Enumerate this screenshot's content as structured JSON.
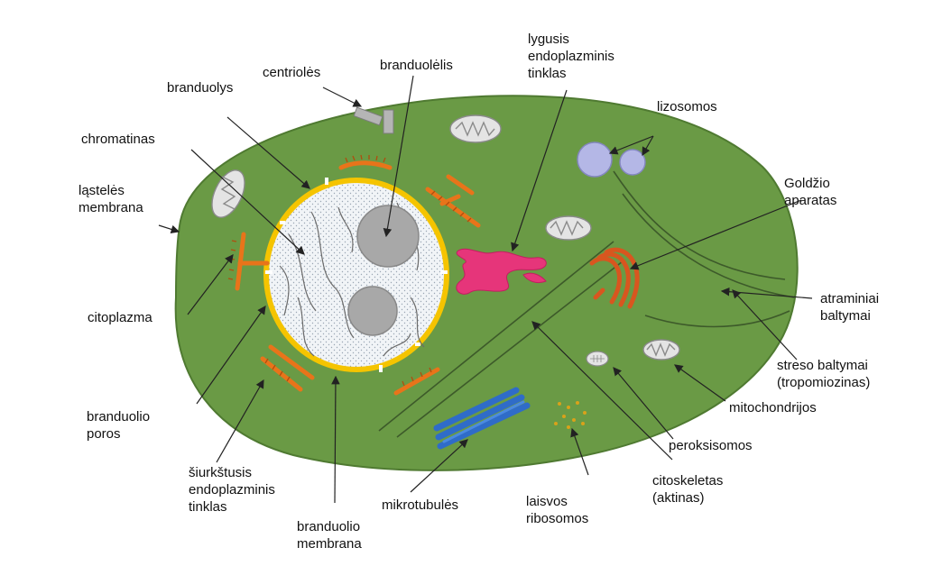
{
  "labels": {
    "branduolelis": "branduolėlis",
    "lygusis": [
      "lygusis",
      "endoplazminis",
      "tinklas"
    ],
    "centrioles": "centriolės",
    "branduolys": "branduolys",
    "lizosomos": "lizosomos",
    "chromatinas": "chromatinas",
    "lasteles_membrana": [
      "ląstelės",
      "membrana"
    ],
    "goldzio": [
      "Goldžio",
      "aparatas"
    ],
    "atraminiai": [
      "atraminiai",
      "baltymai"
    ],
    "citoplazma": "citoplazma",
    "streso": [
      "streso baltymai",
      "(tropomiozinas)"
    ],
    "mitochondrijos": "mitochondrijos",
    "branduolio_poros": [
      "branduolio",
      "poros"
    ],
    "peroksisomos": "peroksisomos",
    "siurkstusis": [
      "šiurkštusis",
      "endoplazminis",
      "tinklas"
    ],
    "citoskeletas": [
      "citoskeletas",
      "(aktinas)"
    ],
    "mikrotubules": "mikrotubulės",
    "laisvos_ribosomos": [
      "laisvos",
      "ribosomos"
    ],
    "branduolio_membrana": [
      "branduolio",
      "membrana"
    ]
  },
  "colors": {
    "cytoplasm": "#6a9a45",
    "nucleus": "#f1f4f7",
    "nuclear_envelope": "#f5c400",
    "er": "#e8741a",
    "golgi": "#d8561f",
    "smooth_er": "#e6357a",
    "lysosome": "#b4b7e6",
    "microtubule": "#2f6cc8",
    "nucleolus": "#a8a8a8",
    "mitochondria": "#e4e4e4"
  }
}
